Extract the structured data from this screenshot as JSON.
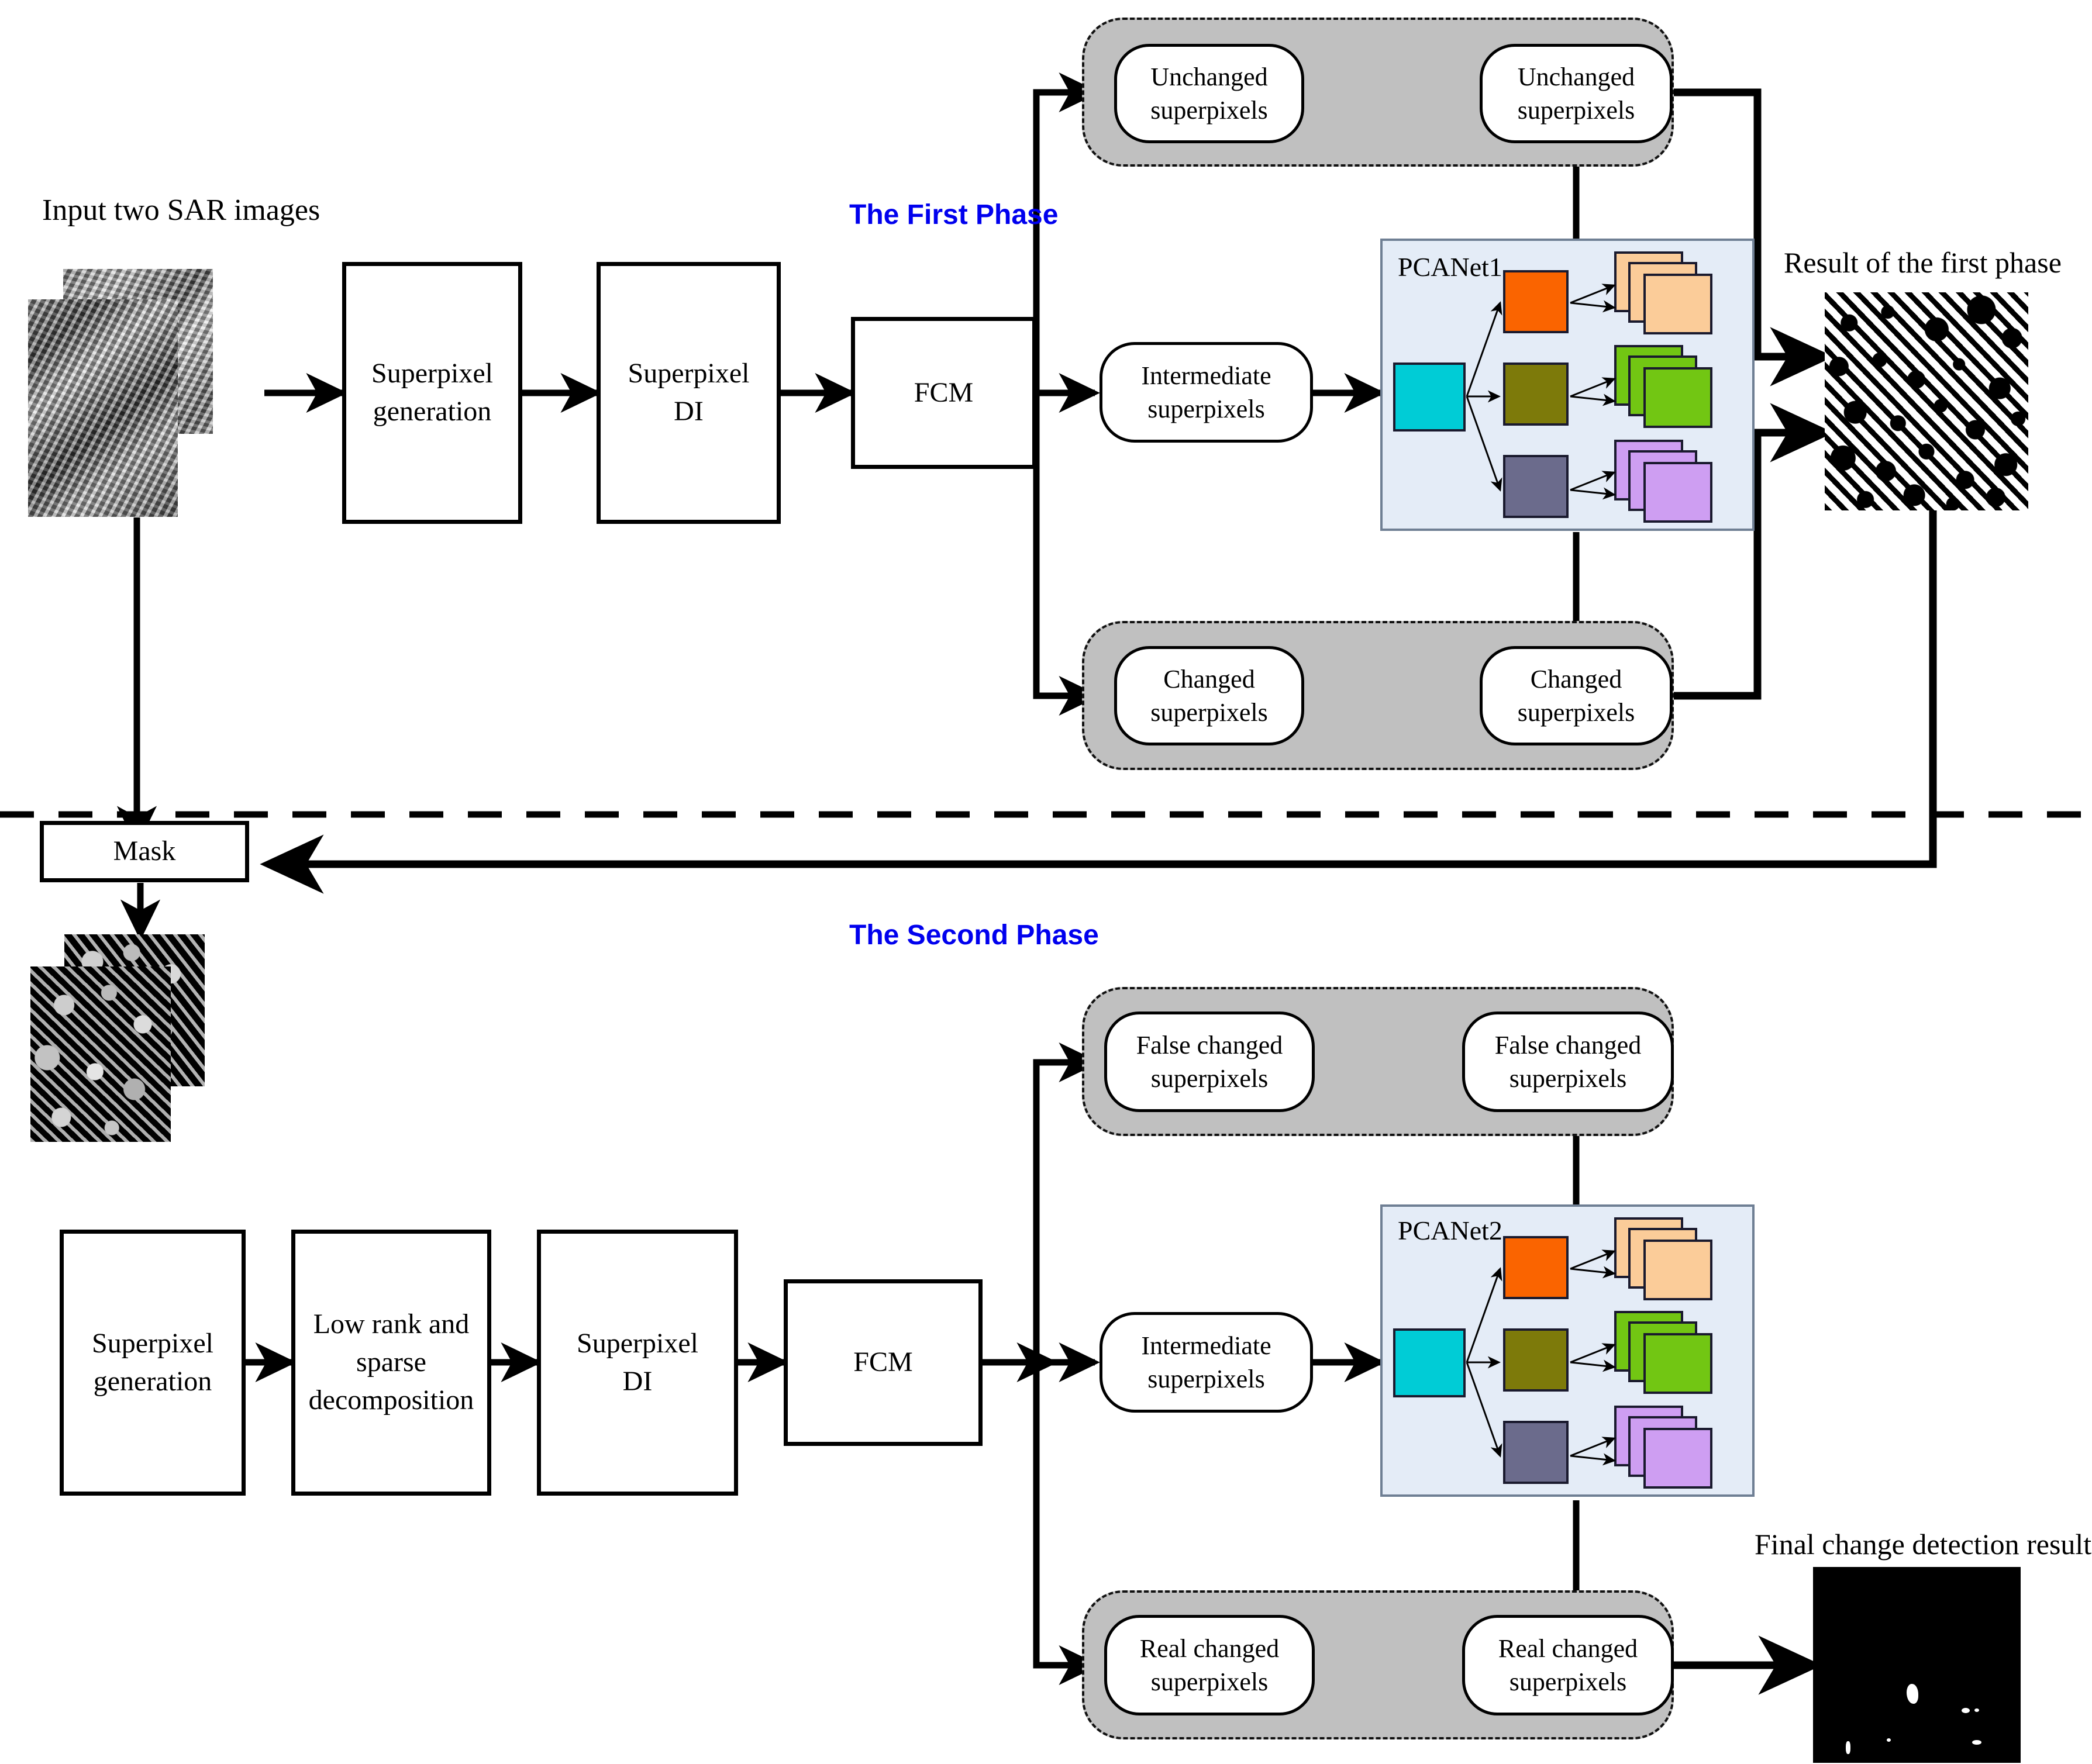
{
  "title": "Two-phase SAR image change detection framework",
  "phases": {
    "first": {
      "label": "The First Phase"
    },
    "second": {
      "label": "The Second Phase"
    }
  },
  "captions": {
    "input": "Input two SAR images",
    "first_result": "Result of the first phase",
    "final_result": "Final change detection result"
  },
  "phase1": {
    "boxes": [
      {
        "id": "superpixel-generation",
        "label": "Superpixel\ngeneration"
      },
      {
        "id": "superpixel-di",
        "label": "Superpixel\nDI"
      },
      {
        "id": "fcm",
        "label": "FCM"
      }
    ],
    "nodes": {
      "unchanged_left": "Unchanged\nsuperpixels",
      "unchanged_right": "Unchanged\nsuperpixels",
      "intermediate": "Intermediate\nsuperpixels",
      "changed_left": "Changed\nsuperpixels",
      "changed_right": "Changed\nsuperpixels"
    },
    "pcanet": {
      "label": "PCANet1"
    }
  },
  "mask": {
    "label": "Mask"
  },
  "phase2": {
    "boxes": [
      {
        "id": "superpixel-generation-2",
        "label": "Superpixel\ngeneration"
      },
      {
        "id": "low-rank-sparse",
        "label": "Low rank and\nsparse\ndecomposition"
      },
      {
        "id": "superpixel-di-2",
        "label": "Superpixel\nDI"
      },
      {
        "id": "fcm-2",
        "label": "FCM"
      }
    ],
    "nodes": {
      "false_changed_left": "False changed\nsuperpixels",
      "false_changed_right": "False changed\nsuperpixels",
      "intermediate": "Intermediate\nsuperpixels",
      "real_changed_left": "Real changed\nsuperpixels",
      "real_changed_right": "Real changed\nsuperpixels"
    },
    "pcanet": {
      "label": "PCANet2"
    }
  },
  "colors": {
    "phase_label": "#0000ee",
    "group_fill": "#c0c0c0",
    "pcanet_fill": "#e4ecf7",
    "input_square": "#00ccd6",
    "filter_orange": "#fa6400",
    "filter_olive": "#7d7a0a",
    "filter_slate": "#6b6b8c",
    "out_peach": "#fbcc99",
    "out_green": "#72c613",
    "out_violet": "#ce9ef2",
    "stroke": "#000000"
  },
  "pcanet_structure": {
    "input_count": 1,
    "filter_count": 3,
    "outputs_per_filter": 3
  }
}
